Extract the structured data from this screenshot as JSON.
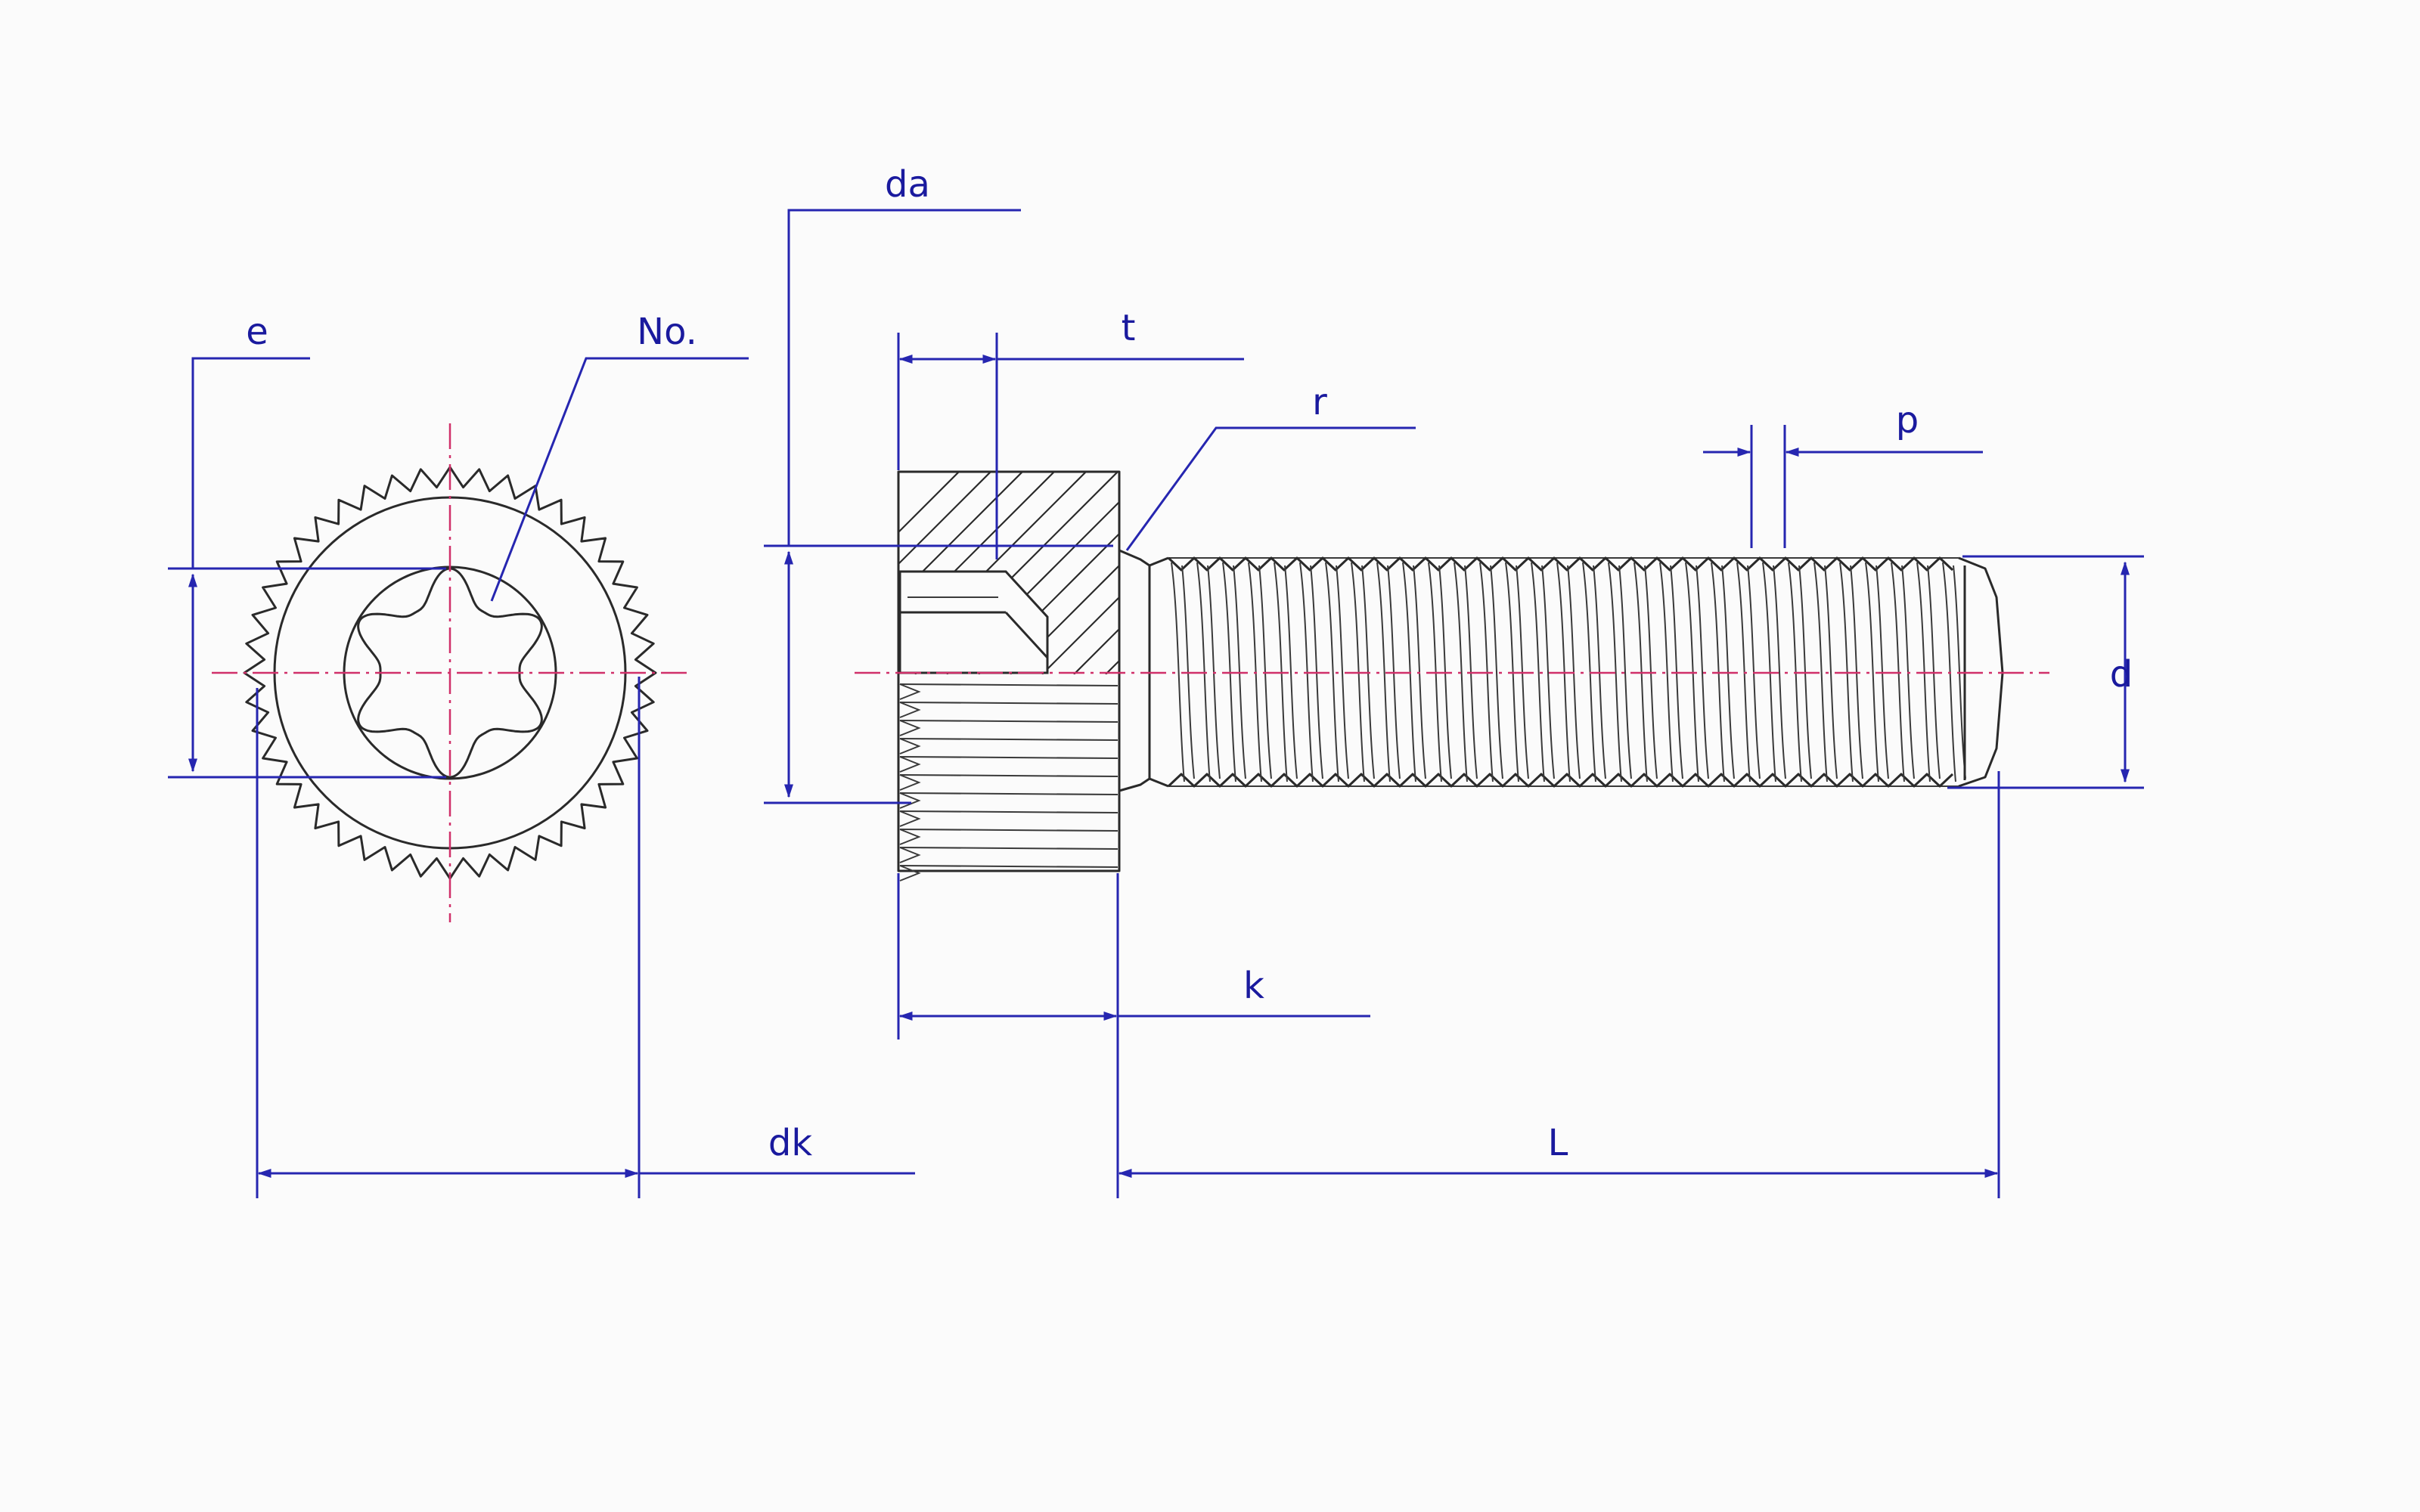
{
  "labels": {
    "e": "e",
    "no": "No.",
    "da": "da",
    "t": "t",
    "r": "r",
    "p": "p",
    "d": "d",
    "k": "k",
    "dk": "dk",
    "L": "L"
  },
  "colors": {
    "dimension": "#2626b0",
    "centerline": "#d0306a",
    "part": "#2a2a2a",
    "background": "#fbfbfb"
  }
}
